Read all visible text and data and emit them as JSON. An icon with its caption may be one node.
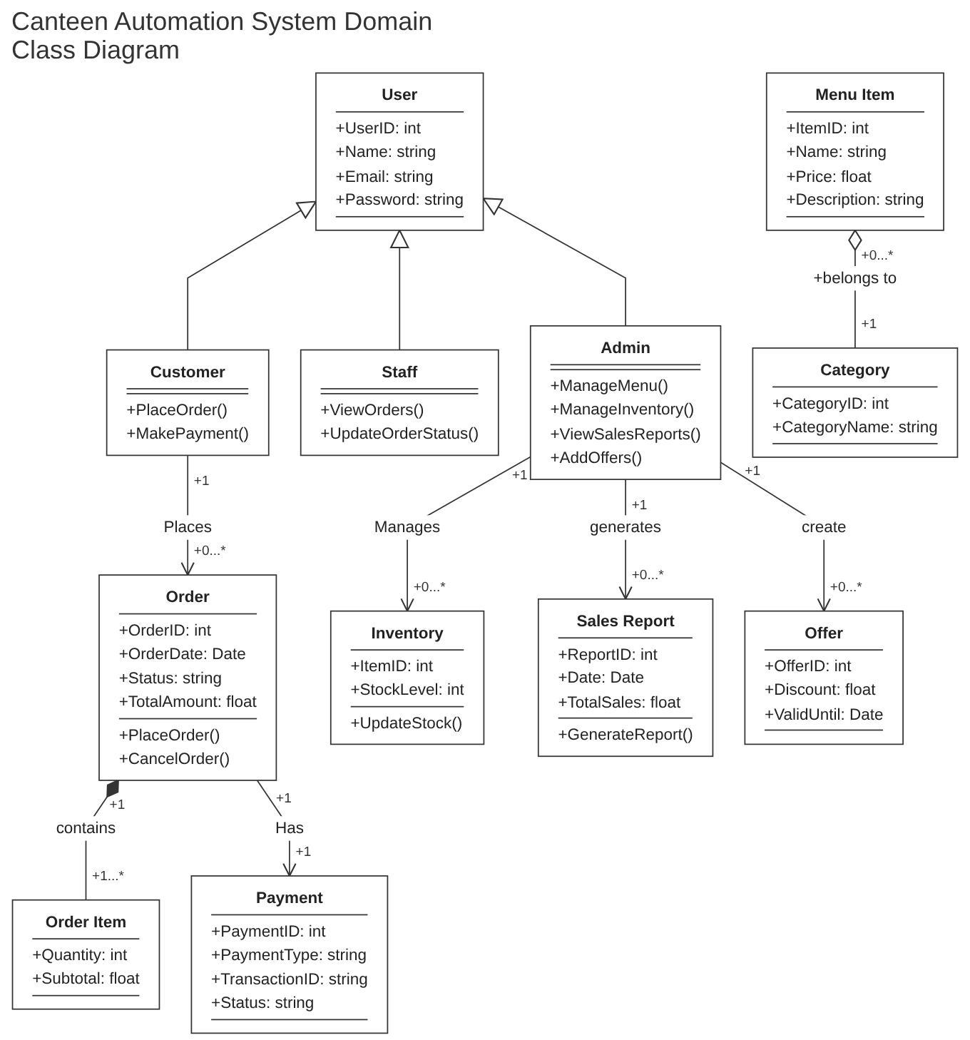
{
  "diagram": {
    "title": "Canteen Automation System Domain Class Diagram",
    "nodes": [
      {
        "text": [
          "User",
          "+UserID: int",
          "+Name: string",
          "+Email: string",
          "+Password: string"
        ]
      },
      {
        "text": [
          "Menu Item",
          "+ItemID: int",
          "+Name: string",
          "+Price: float",
          "+Description: string"
        ]
      },
      {
        "text": [
          "Customer",
          "+PlaceOrder()",
          "+MakePayment()"
        ]
      },
      {
        "text": [
          "Staff",
          "+ViewOrders()",
          "+UpdateOrderStatus()"
        ]
      },
      {
        "text": [
          "Admin",
          "+ManageMenu()",
          "+ManageInventory()",
          "+ViewSalesReports()",
          "+AddOffers()"
        ]
      },
      {
        "text": [
          "Category",
          "+CategoryID: int",
          "+CategoryName: string"
        ]
      },
      {
        "text": [
          "Order",
          "+OrderID: int",
          "+OrderDate: Date",
          "+Status: string",
          "+TotalAmount: float",
          "+PlaceOrder()",
          "+CancelOrder()"
        ]
      },
      {
        "text": [
          "Inventory",
          "+ItemID: int",
          "+StockLevel: int",
          "+UpdateStock()"
        ]
      },
      {
        "text": [
          "Sales Report",
          "+ReportID: int",
          "+Date: Date",
          "+TotalSales: float",
          "+GenerateReport()"
        ]
      },
      {
        "text": [
          "Offer",
          "+OfferID: int",
          "+Discount: float",
          "+ValidUntil: Date"
        ]
      },
      {
        "text": [
          "Order Item",
          "+Quantity: int",
          "+Subtotal: float"
        ]
      },
      {
        "text": [
          "Payment",
          "+PaymentID: int",
          "+PaymentType: string",
          "+TransactionID: string",
          "+Status: string"
        ]
      }
    ],
    "edges": [
      {
        "from": 2,
        "to": 0,
        "arrow": "to"
      },
      {
        "from": 3,
        "to": 0,
        "arrow": "to"
      },
      {
        "from": 4,
        "to": 0,
        "arrow": "to"
      },
      {
        "from": 1,
        "to": 5,
        "arrow": "other",
        "label": "+belongs to"
      },
      {
        "from": 2,
        "to": 6,
        "arrow": "to",
        "label": "Places"
      },
      {
        "from": 4,
        "to": 7,
        "arrow": "to",
        "label": "Manages"
      },
      {
        "from": 4,
        "to": 8,
        "arrow": "to",
        "label": "generates"
      },
      {
        "from": 4,
        "to": 9,
        "arrow": "to",
        "label": "create"
      },
      {
        "from": 6,
        "to": 10,
        "arrow": "other",
        "label": "contains"
      },
      {
        "from": 6,
        "to": 11,
        "arrow": "to",
        "label": "Has"
      }
    ],
    "labels": [
      "+0...*",
      "+1",
      "+1",
      "+1",
      "+1",
      "+1",
      "+0...*",
      "+0...*",
      "+0...*",
      "+0...*",
      "+1",
      "+1",
      "+1",
      "+1...*"
    ]
  }
}
